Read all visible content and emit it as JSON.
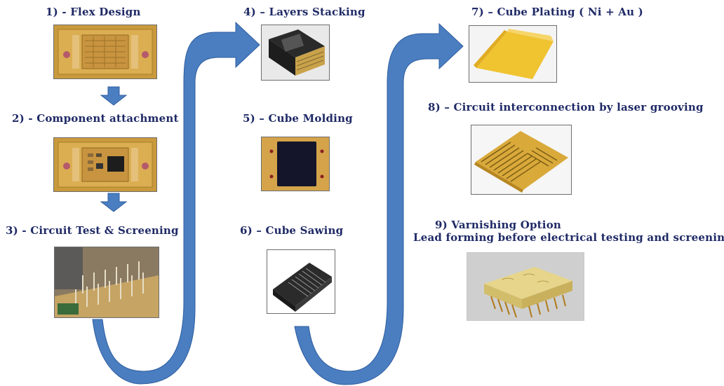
{
  "colors": {
    "title_text": "#1f2a66",
    "arrow_blue": "#4a7ec1",
    "arrow_blue_dark": "#2f5d9e",
    "flex_gold": "#d8a640",
    "cube_black": "#1b1b1b",
    "plating_yellow": "#f0c331"
  },
  "steps": [
    {
      "label": "1) - Flex Design",
      "icon": "flex-design-photo"
    },
    {
      "label": "2) - Component attachment",
      "icon": "component-attachment-photo"
    },
    {
      "label": "3) - Circuit Test & Screening",
      "icon": "circuit-test-photo"
    },
    {
      "label": "4) – Layers Stacking",
      "icon": "layers-stacking-photo"
    },
    {
      "label": "5) – Cube Molding",
      "icon": "cube-molding-photo"
    },
    {
      "label": "6) – Cube Sawing",
      "icon": "cube-sawing-photo"
    },
    {
      "label": "7) – Cube Plating ( Ni + Au )",
      "icon": "cube-plating-photo"
    },
    {
      "label": "8) – Circuit interconnection by laser grooving",
      "icon": "laser-grooving-photo"
    },
    {
      "label": "9) Varnishing Option",
      "label2": "Lead forming before electrical testing and screening",
      "icon": "varnished-cube-photo"
    }
  ]
}
